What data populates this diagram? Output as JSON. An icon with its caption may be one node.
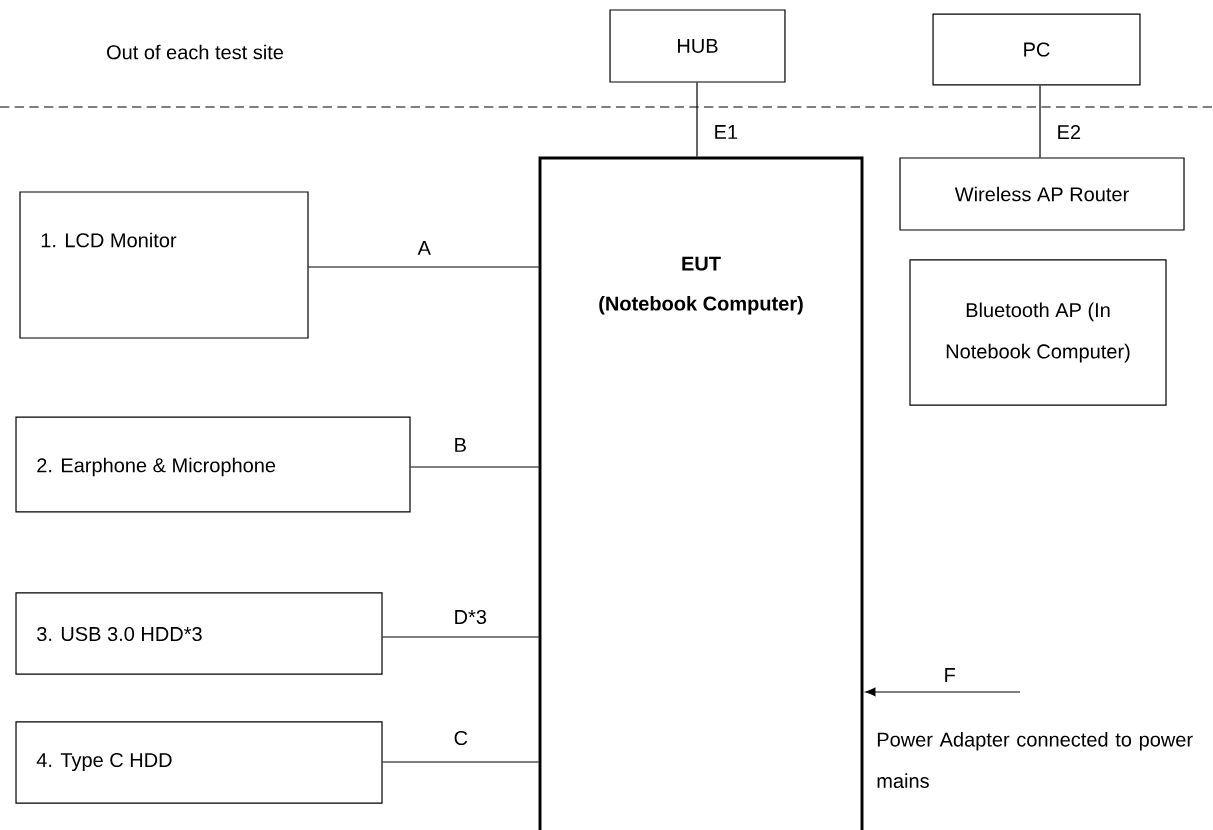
{
  "diagram": {
    "nodes": [
      {
        "text": [
          "HUB"
        ]
      },
      {
        "text": [
          "PC"
        ]
      },
      {
        "text": [
          "EUT",
          "(Notebook Computer)"
        ]
      },
      {
        "text": [
          "Wireless AP Router"
        ]
      },
      {
        "text": [
          "1. LCD Monitor"
        ]
      },
      {
        "text": [
          "Bluetooth AP (In Notebook Computer)"
        ]
      },
      {
        "text": [
          "2. Earphone & Microphone"
        ]
      },
      {
        "text": [
          "3. USB 3.0 HDD*3"
        ]
      },
      {
        "text": [
          "4. Type C HDD"
        ]
      }
    ],
    "edges": [
      {
        "from": 0,
        "to": 2,
        "arrow": "none",
        "label": "E1"
      },
      {
        "from": 1,
        "to": 3,
        "arrow": "none",
        "label": "E2"
      },
      {
        "from": 4,
        "to": 2,
        "arrow": "none",
        "label": "A"
      },
      {
        "from": 6,
        "to": 2,
        "arrow": "none",
        "label": "B"
      },
      {
        "from": 7,
        "to": 2,
        "arrow": "none",
        "label": "D*3"
      },
      {
        "from": 8,
        "to": 2,
        "arrow": "none",
        "label": "C"
      },
      {
        "from": null,
        "to": 2,
        "arrow": "to",
        "label": "F"
      }
    ],
    "labels": [
      "Out of each test site",
      "Power Adapter connected to power mains"
    ]
  }
}
